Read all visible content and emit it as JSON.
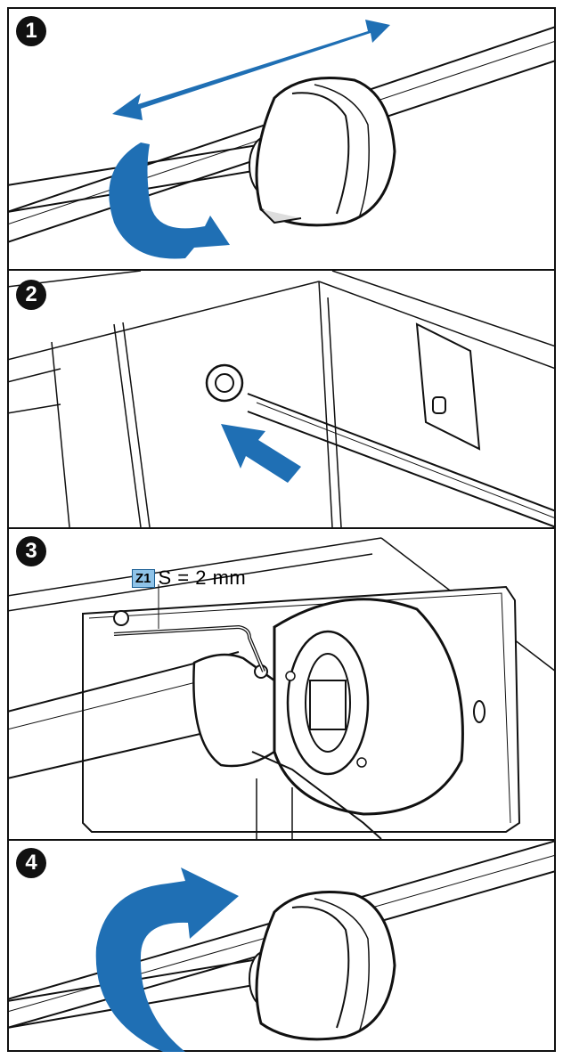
{
  "steps": [
    {
      "number": "1"
    },
    {
      "number": "2"
    },
    {
      "number": "3"
    },
    {
      "number": "4"
    }
  ],
  "callout": {
    "tag": "Z1",
    "text": "S = 2 mm"
  },
  "colors": {
    "arrow": "#1f6fb4",
    "outline": "#111111",
    "tag_fill": "#8fc3e8"
  }
}
